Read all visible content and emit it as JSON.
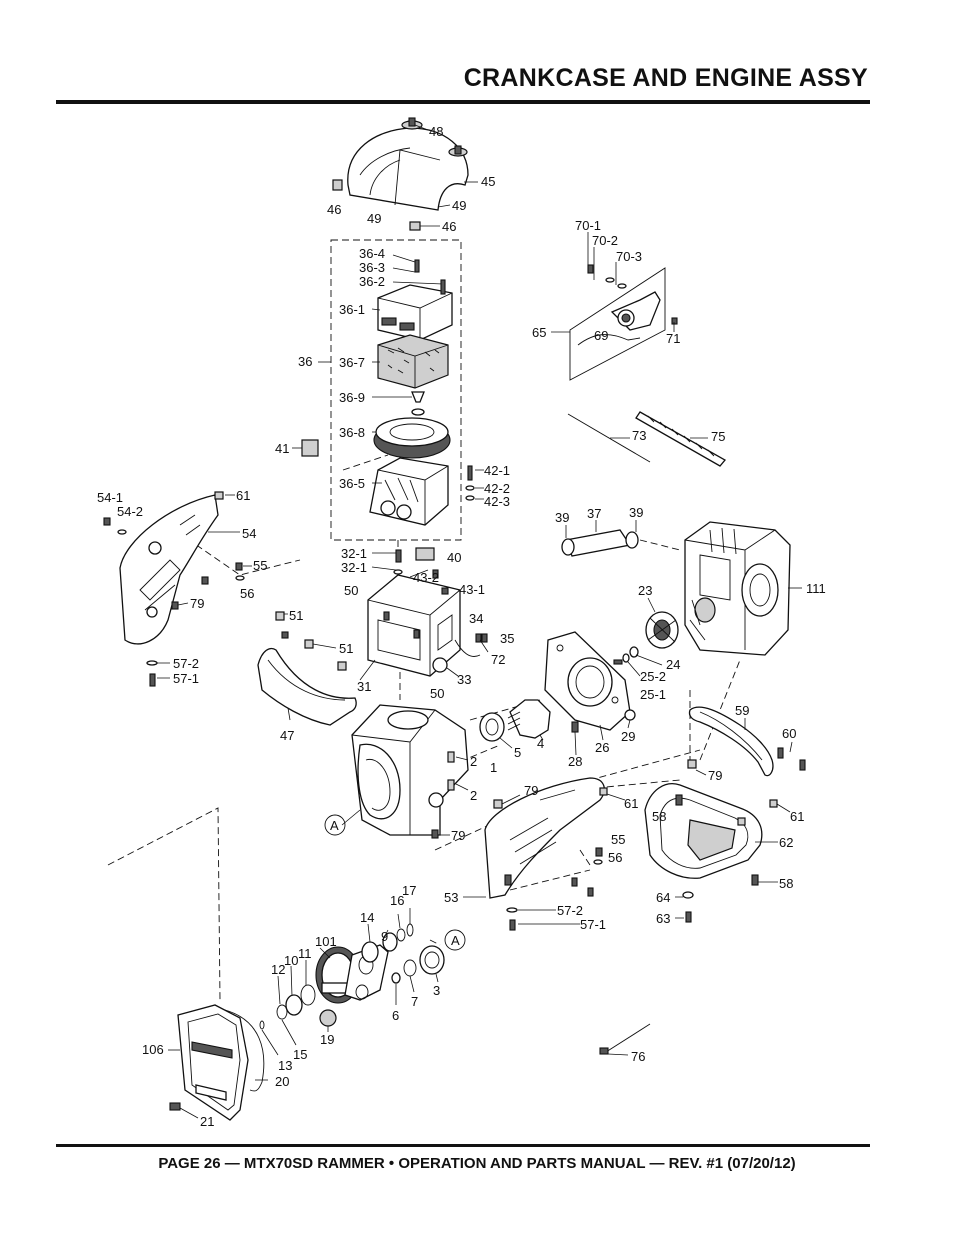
{
  "page": {
    "title": "CRANKCASE AND ENGINE ASSY",
    "footer": "PAGE 26 — MTX70SD RAMMER • OPERATION AND PARTS MANUAL — REV. #1 (07/20/12)"
  },
  "callouts": [
    {
      "id": "c48",
      "text": "48"
    },
    {
      "id": "c45",
      "text": "45"
    },
    {
      "id": "c46a",
      "text": "46"
    },
    {
      "id": "c49a",
      "text": "49"
    },
    {
      "id": "c49b",
      "text": "49"
    },
    {
      "id": "c46b",
      "text": "46"
    },
    {
      "id": "c36-4",
      "text": "36-4"
    },
    {
      "id": "c36-3",
      "text": "36-3"
    },
    {
      "id": "c36-2",
      "text": "36-2"
    },
    {
      "id": "c36-1",
      "text": "36-1"
    },
    {
      "id": "c36",
      "text": "36"
    },
    {
      "id": "c36-7",
      "text": "36-7"
    },
    {
      "id": "c36-9",
      "text": "36-9"
    },
    {
      "id": "c36-8",
      "text": "36-8"
    },
    {
      "id": "c41",
      "text": "41"
    },
    {
      "id": "c36-5",
      "text": "36-5"
    },
    {
      "id": "c42-1",
      "text": "42-1"
    },
    {
      "id": "c42-2",
      "text": "42-2"
    },
    {
      "id": "c42-3",
      "text": "42-3"
    },
    {
      "id": "c70-1",
      "text": "70-1"
    },
    {
      "id": "c70-2",
      "text": "70-2"
    },
    {
      "id": "c70-3",
      "text": "70-3"
    },
    {
      "id": "c65",
      "text": "65"
    },
    {
      "id": "c69",
      "text": "69"
    },
    {
      "id": "c71",
      "text": "71"
    },
    {
      "id": "c73",
      "text": "73"
    },
    {
      "id": "c75",
      "text": "75"
    },
    {
      "id": "c54-1",
      "text": "54-1"
    },
    {
      "id": "c54-2",
      "text": "54-2"
    },
    {
      "id": "c61a",
      "text": "61"
    },
    {
      "id": "c54",
      "text": "54"
    },
    {
      "id": "c55a",
      "text": "55"
    },
    {
      "id": "c56a",
      "text": "56"
    },
    {
      "id": "c79a",
      "text": "79"
    },
    {
      "id": "c57-2a",
      "text": "57-2"
    },
    {
      "id": "c57-1a",
      "text": "57-1"
    },
    {
      "id": "c39a",
      "text": "39"
    },
    {
      "id": "c37",
      "text": "37"
    },
    {
      "id": "c39b",
      "text": "39"
    },
    {
      "id": "c111",
      "text": "111"
    },
    {
      "id": "c32-1a",
      "text": "32-1"
    },
    {
      "id": "c32-1b",
      "text": "32-1"
    },
    {
      "id": "c40",
      "text": "40"
    },
    {
      "id": "c43-2",
      "text": "43-2"
    },
    {
      "id": "c43-1",
      "text": "43-1"
    },
    {
      "id": "c50a",
      "text": "50"
    },
    {
      "id": "c51a",
      "text": "51"
    },
    {
      "id": "c34",
      "text": "34"
    },
    {
      "id": "c35",
      "text": "35"
    },
    {
      "id": "c51b",
      "text": "51"
    },
    {
      "id": "c72",
      "text": "72"
    },
    {
      "id": "c31",
      "text": "31"
    },
    {
      "id": "c50b",
      "text": "50"
    },
    {
      "id": "c33",
      "text": "33"
    },
    {
      "id": "c23",
      "text": "23"
    },
    {
      "id": "c24",
      "text": "24"
    },
    {
      "id": "c25-2",
      "text": "25-2"
    },
    {
      "id": "c25-1",
      "text": "25-1"
    },
    {
      "id": "c47",
      "text": "47"
    },
    {
      "id": "c5",
      "text": "5"
    },
    {
      "id": "c4",
      "text": "4"
    },
    {
      "id": "c26",
      "text": "26"
    },
    {
      "id": "c29",
      "text": "29"
    },
    {
      "id": "c28",
      "text": "28"
    },
    {
      "id": "c59",
      "text": "59"
    },
    {
      "id": "c60",
      "text": "60"
    },
    {
      "id": "c79b",
      "text": "79"
    },
    {
      "id": "c2a",
      "text": "2"
    },
    {
      "id": "c1",
      "text": "1"
    },
    {
      "id": "c2b",
      "text": "2"
    },
    {
      "id": "c79c",
      "text": "79"
    },
    {
      "id": "c61b",
      "text": "61"
    },
    {
      "id": "c61c",
      "text": "61"
    },
    {
      "id": "c58a",
      "text": "58"
    },
    {
      "id": "cA1",
      "text": "A"
    },
    {
      "id": "c79d",
      "text": "79"
    },
    {
      "id": "c55b",
      "text": "55"
    },
    {
      "id": "c56b",
      "text": "56"
    },
    {
      "id": "c62",
      "text": "62"
    },
    {
      "id": "c58b",
      "text": "58"
    },
    {
      "id": "c53",
      "text": "53"
    },
    {
      "id": "c57-2b",
      "text": "57-2"
    },
    {
      "id": "c57-1b",
      "text": "57-1"
    },
    {
      "id": "c64",
      "text": "64"
    },
    {
      "id": "c63",
      "text": "63"
    },
    {
      "id": "c17",
      "text": "17"
    },
    {
      "id": "c16",
      "text": "16"
    },
    {
      "id": "c9",
      "text": "9"
    },
    {
      "id": "c14",
      "text": "14"
    },
    {
      "id": "cA2",
      "text": "A"
    },
    {
      "id": "c101",
      "text": "101"
    },
    {
      "id": "c12",
      "text": "12"
    },
    {
      "id": "c10",
      "text": "10"
    },
    {
      "id": "c11",
      "text": "11"
    },
    {
      "id": "c3",
      "text": "3"
    },
    {
      "id": "c7",
      "text": "7"
    },
    {
      "id": "c6",
      "text": "6"
    },
    {
      "id": "c19",
      "text": "19"
    },
    {
      "id": "c106",
      "text": "106"
    },
    {
      "id": "c13",
      "text": "13"
    },
    {
      "id": "c15",
      "text": "15"
    },
    {
      "id": "c20",
      "text": "20"
    },
    {
      "id": "c21",
      "text": "21"
    },
    {
      "id": "c76",
      "text": "76"
    }
  ]
}
